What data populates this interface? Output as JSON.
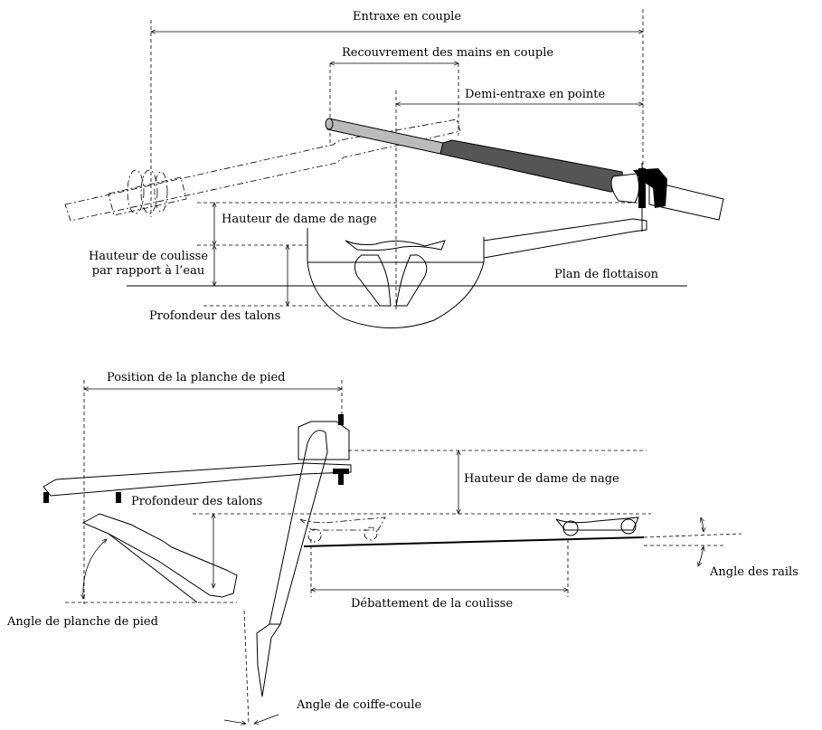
{
  "top_diagram": {
    "entraxe_couple": "Entraxe en couple",
    "recouvrement": "Recouvrement des mains en couple",
    "demi_entraxe": "Demi-entraxe en pointe",
    "hauteur_dame": "Hauteur de dame de nage",
    "hauteur_coulisse_1": "Hauteur de coulisse",
    "hauteur_coulisse_2": "par rapport à l’eau",
    "plan_flottaison": "Plan de flottaison",
    "profondeur_talons": "Profondeur des talons"
  },
  "bottom_diagram": {
    "position_planche": "Position de la planche de pied",
    "hauteur_dame": "Hauteur de dame de nage",
    "profondeur_talons": "Profondeur des talons",
    "angle_rails": "Angle des rails",
    "debattement": "Débattement de la coulisse",
    "angle_planche": "Angle de planche de pied",
    "angle_coiffe": "Angle de coiffe-coule"
  }
}
